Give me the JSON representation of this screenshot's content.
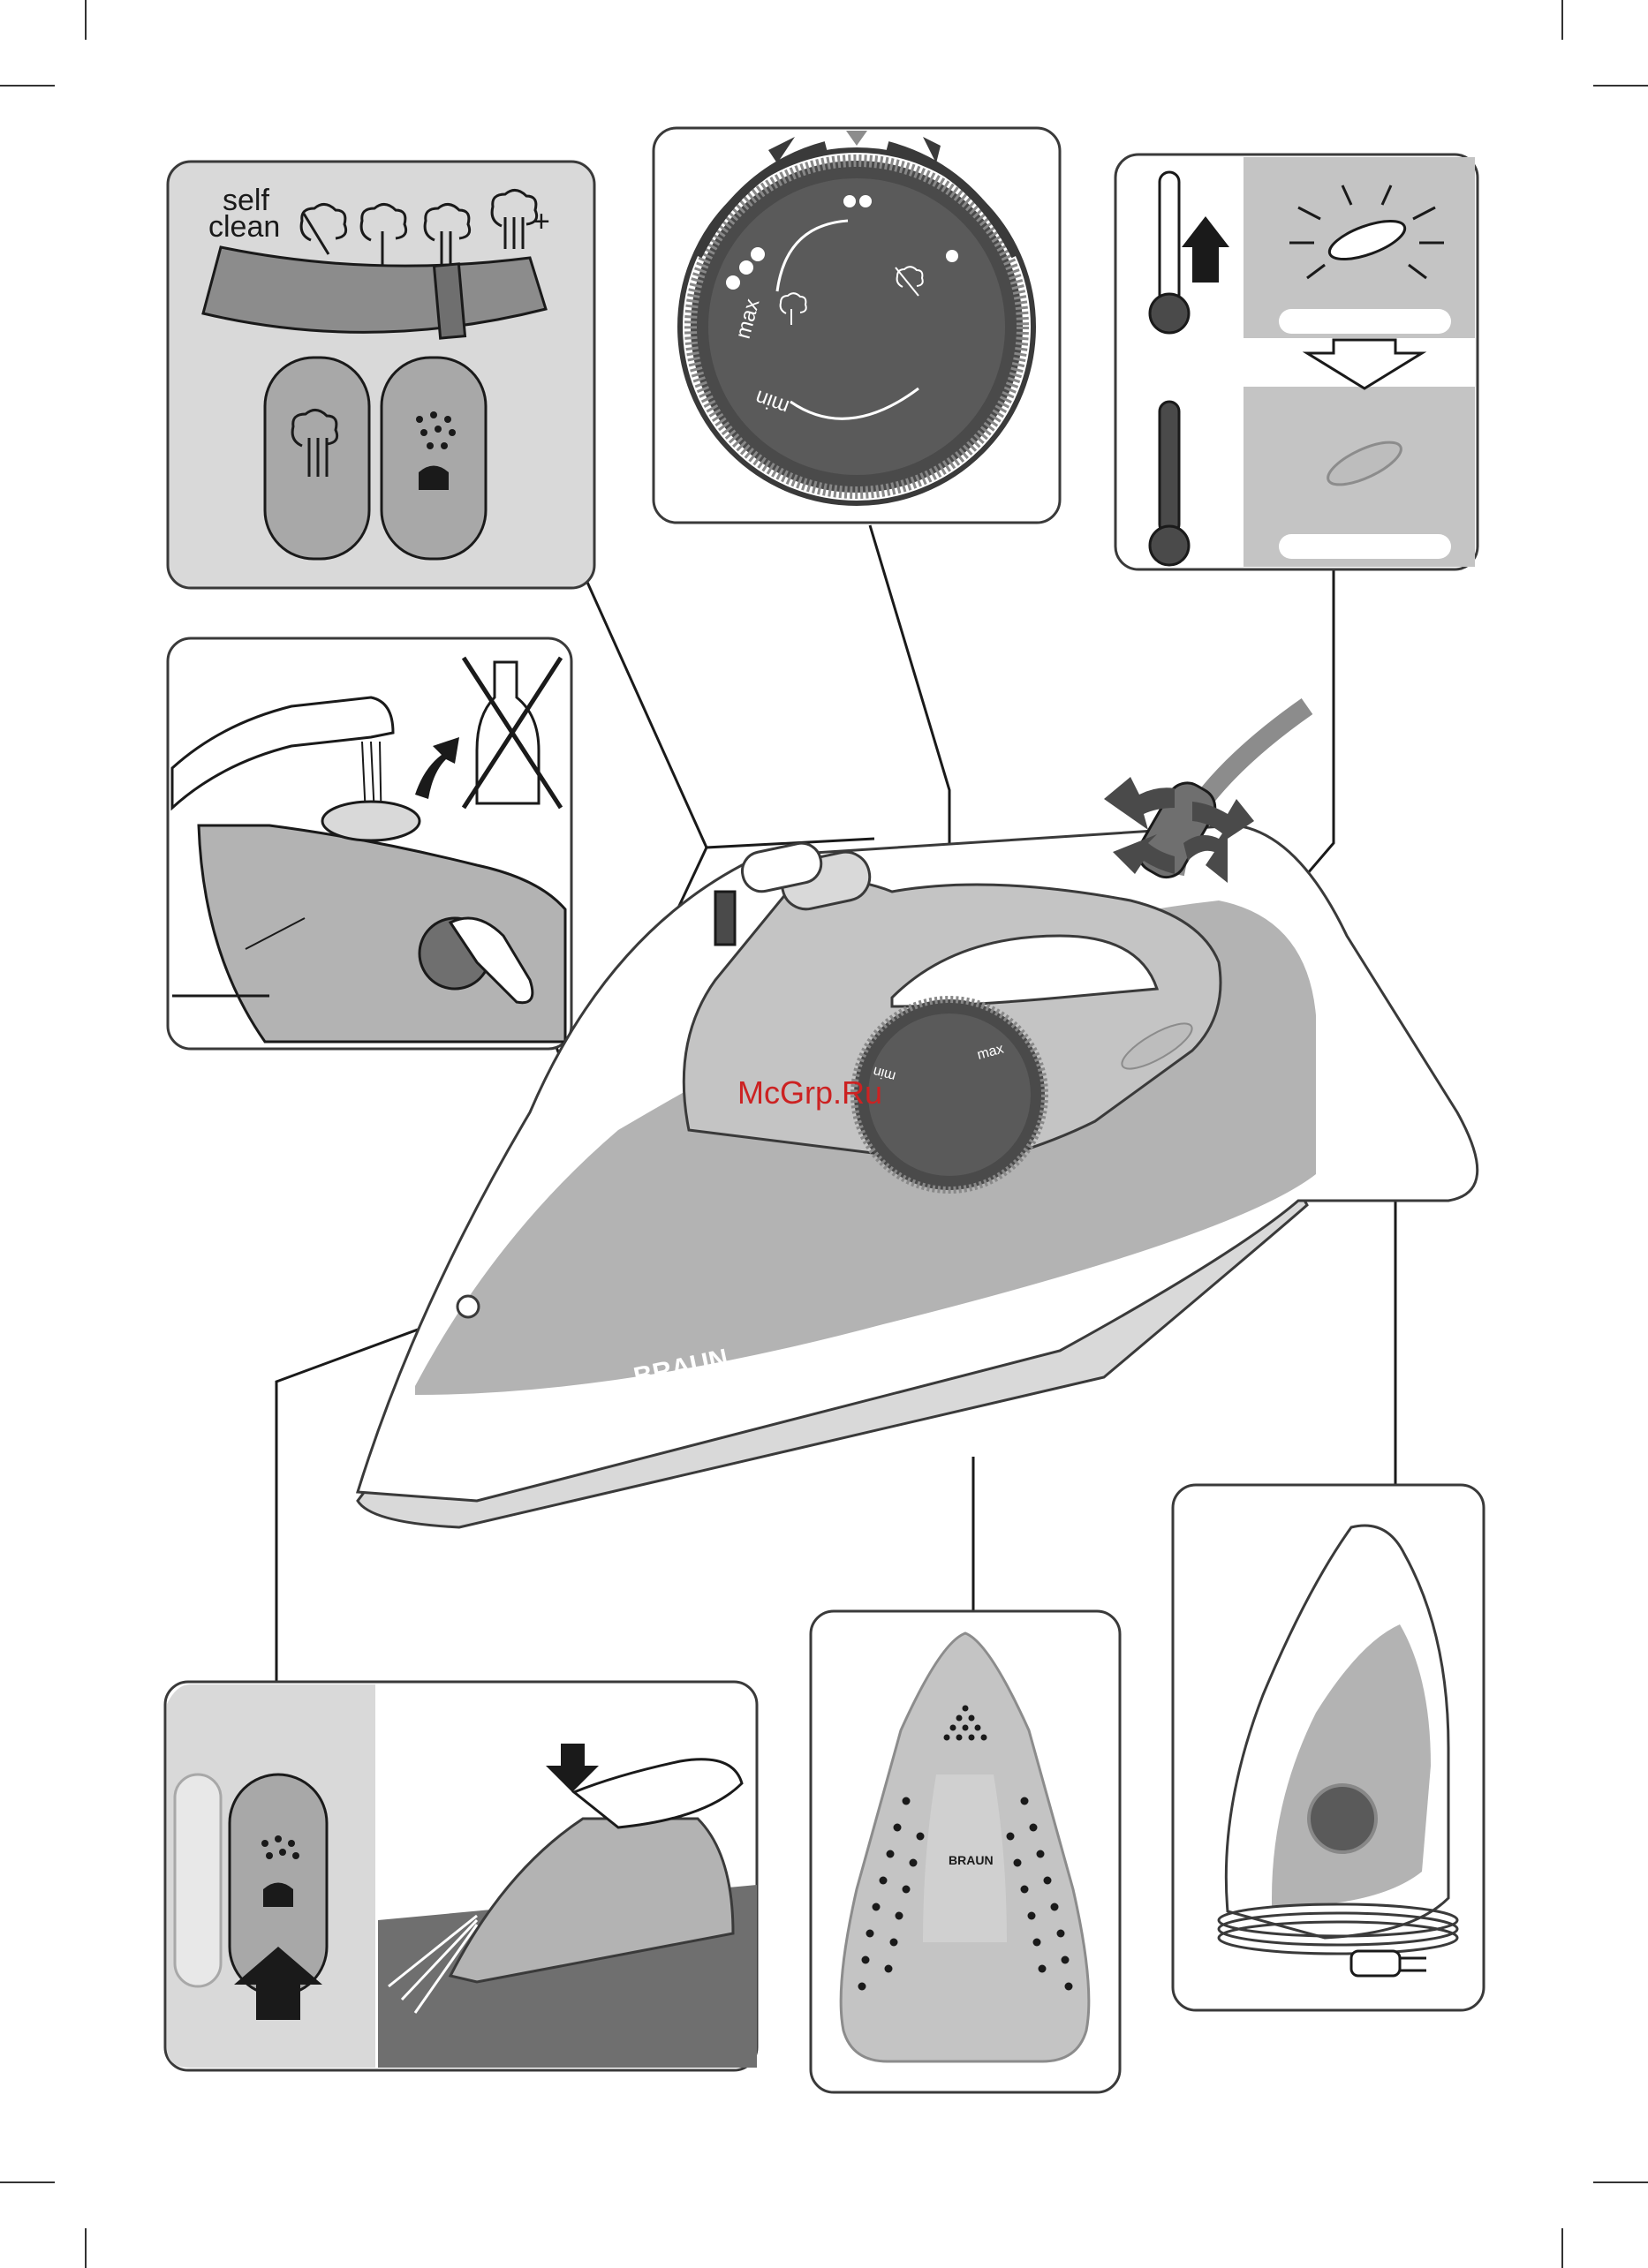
{
  "settings_panel": {
    "self_label": "self",
    "clean_label": "clean",
    "plus_label": "+"
  },
  "dial": {
    "max_label": "max",
    "min_label": "min"
  },
  "iron": {
    "brand": "BRAUN",
    "dial_max": "max",
    "dial_min": "min"
  },
  "soleplate": {
    "brand": "BRAUN"
  },
  "watermark": {
    "text": "McGrp.Ru",
    "color": "#cc2222"
  },
  "colors": {
    "panel_bg": "#d9d9d9",
    "iron_grey": "#b3b3b3",
    "dial_dark": "#4a4a4a",
    "outline": "#3a3a3a"
  }
}
